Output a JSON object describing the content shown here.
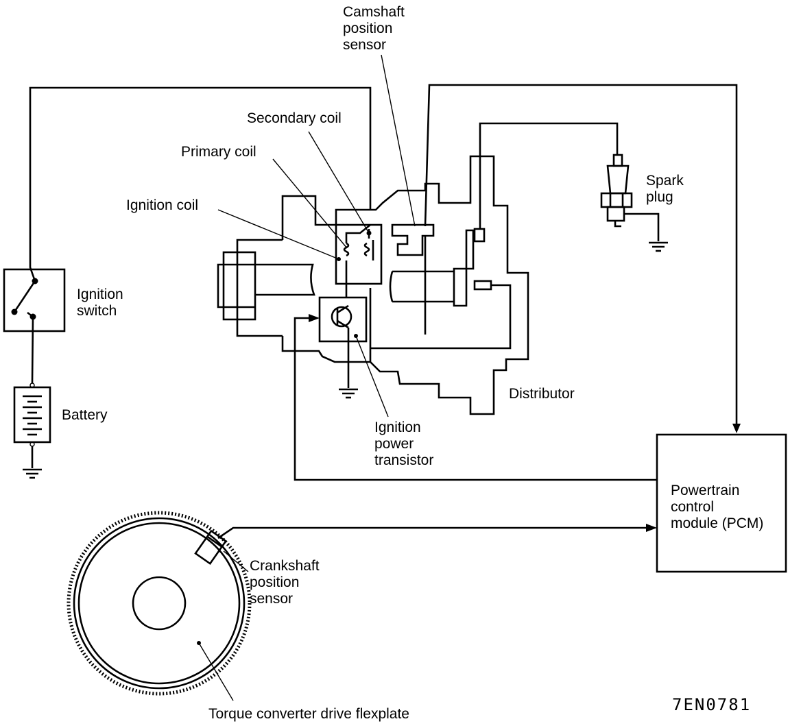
{
  "labels": {
    "camshaft_sensor": [
      "Camshaft",
      "position",
      "sensor"
    ],
    "secondary_coil": "Secondary coil",
    "primary_coil": "Primary coil",
    "ignition_coil": "Ignition coil",
    "spark_plug": [
      "Spark",
      "plug"
    ],
    "ignition_switch": [
      "Ignition",
      "switch"
    ],
    "battery": "Battery",
    "distributor": "Distributor",
    "power_transistor": [
      "Ignition",
      "power",
      "transistor"
    ],
    "pcm": [
      "Powertrain",
      "control",
      "module (PCM)"
    ],
    "crankshaft_sensor": [
      "Crankshaft",
      "position",
      "sensor"
    ],
    "flexplate": "Torque converter drive flexplate",
    "figure_code": "7EN0781"
  }
}
